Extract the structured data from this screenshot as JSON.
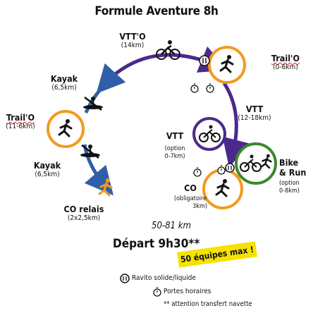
{
  "title": "Formule Aventure 8h",
  "segments": {
    "vtt_top": {
      "name": "VTT'O",
      "detail": "(14km)"
    },
    "trail_right": {
      "name": "Trail'O",
      "detail": "(0-6km)"
    },
    "vtt_right": {
      "name": "VTT",
      "detail": "(12-18km)"
    },
    "kayak_upper": {
      "name": "Kayak",
      "detail": "(6,5km)"
    },
    "trail_left": {
      "name": "Trail'O",
      "detail": "(11-6km)"
    },
    "kayak_lower": {
      "name": "Kayak",
      "detail": "(6,5km)"
    },
    "co_relais": {
      "name": "CO relais",
      "detail": "(2x2,5km)"
    },
    "vtt_option": {
      "name": "VTT",
      "detail_line1": "(option",
      "detail_line2": "0-7km)"
    },
    "co_mandatory": {
      "name": "CO",
      "detail_line1": "(obligatoire",
      "detail_line2": "3km)"
    },
    "bike_run": {
      "name_line1": "Bike",
      "name_line2": "& Run",
      "detail_line1": "(option",
      "detail_line2": "0-8km)"
    }
  },
  "distance_total": "50-81 km",
  "depart": "Départ 9h30**",
  "max_teams": "50 équipes max !",
  "legend": {
    "ravito": "Ravito solide/liquide",
    "portes": "Portes horaires",
    "note": "** attention transfert navette"
  },
  "colors": {
    "orange": "#f39a1e",
    "purple": "#4b2a8e",
    "green": "#3a8a2a",
    "blue": "#2f5fa8",
    "yellow": "#f6e200"
  },
  "icons": [
    "runner-icon",
    "cyclist-icon",
    "kayak-icon",
    "orienteering-runner-icon",
    "ravito-icon",
    "stopwatch-icon"
  ]
}
